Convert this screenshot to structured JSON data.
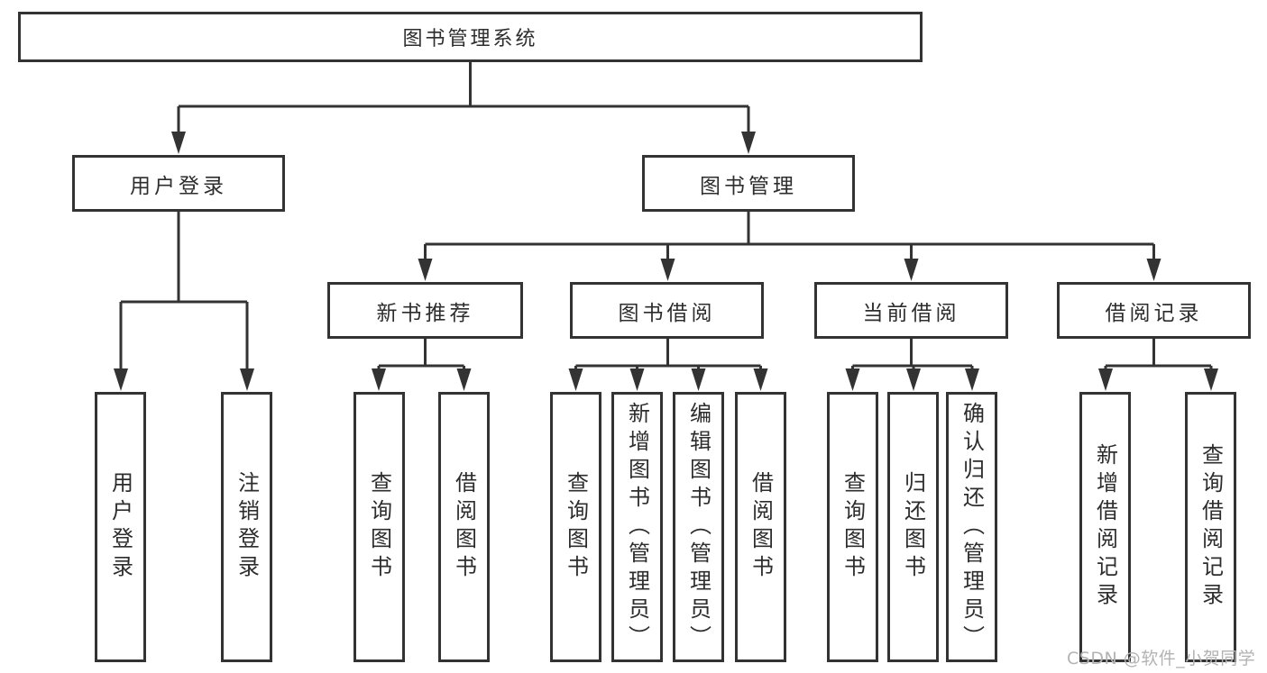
{
  "diagram": {
    "title": "图书管理系统",
    "tree": {
      "root": {
        "label": "图书管理系统"
      },
      "branches": [
        {
          "label": "用户登录",
          "children": [
            "用户登录",
            "注销登录"
          ]
        },
        {
          "label": "图书管理"
        }
      ],
      "modules": [
        {
          "label": "新书推荐",
          "children": [
            "查询图书",
            "借阅图书"
          ]
        },
        {
          "label": "图书借阅",
          "children": [
            "查询图书",
            "新增图书（管理员）",
            "编辑图书（管理员）",
            "借阅图书"
          ]
        },
        {
          "label": "当前借阅",
          "children": [
            "查询图书",
            "归还图书",
            "确认归还（管理员）"
          ]
        },
        {
          "label": "借阅记录",
          "children": [
            "新增借阅记录",
            "查询借阅记录"
          ]
        }
      ]
    },
    "watermark": "CSDN @软件_小贺同学",
    "colors": {
      "line": "#333333",
      "box_border": "#333333",
      "text": "#2d2d2d",
      "watermark": "#b3b3b3",
      "background": "#ffffff"
    }
  }
}
